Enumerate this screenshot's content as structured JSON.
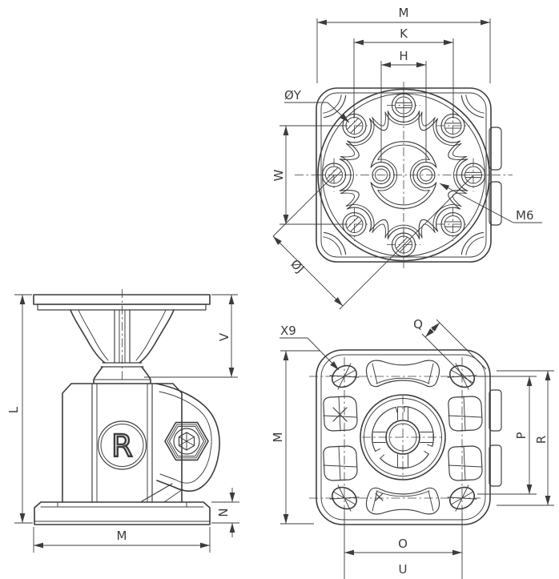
{
  "colors": {
    "line": "#3c3c3c",
    "bg": "#ffffff"
  },
  "views": {
    "top": {
      "title": "top-flange-view",
      "dim_m": "M",
      "dim_k": "K",
      "dim_h": "H",
      "dim_w": "W",
      "label_hole_dia": "ØY",
      "label_pitch_dia": "ØJ",
      "label_thread": "M6"
    },
    "side": {
      "title": "side-elevation-view",
      "dim_l": "L",
      "dim_v": "V",
      "dim_n": "N",
      "dim_m": "M",
      "logo_letter": "R"
    },
    "bottom": {
      "title": "bottom-flange-view",
      "label_holes": "X9",
      "label_slot": "Q",
      "dim_m": "M",
      "dim_p": "P",
      "dim_r": "R",
      "dim_o": "O",
      "dim_u": "U"
    }
  }
}
